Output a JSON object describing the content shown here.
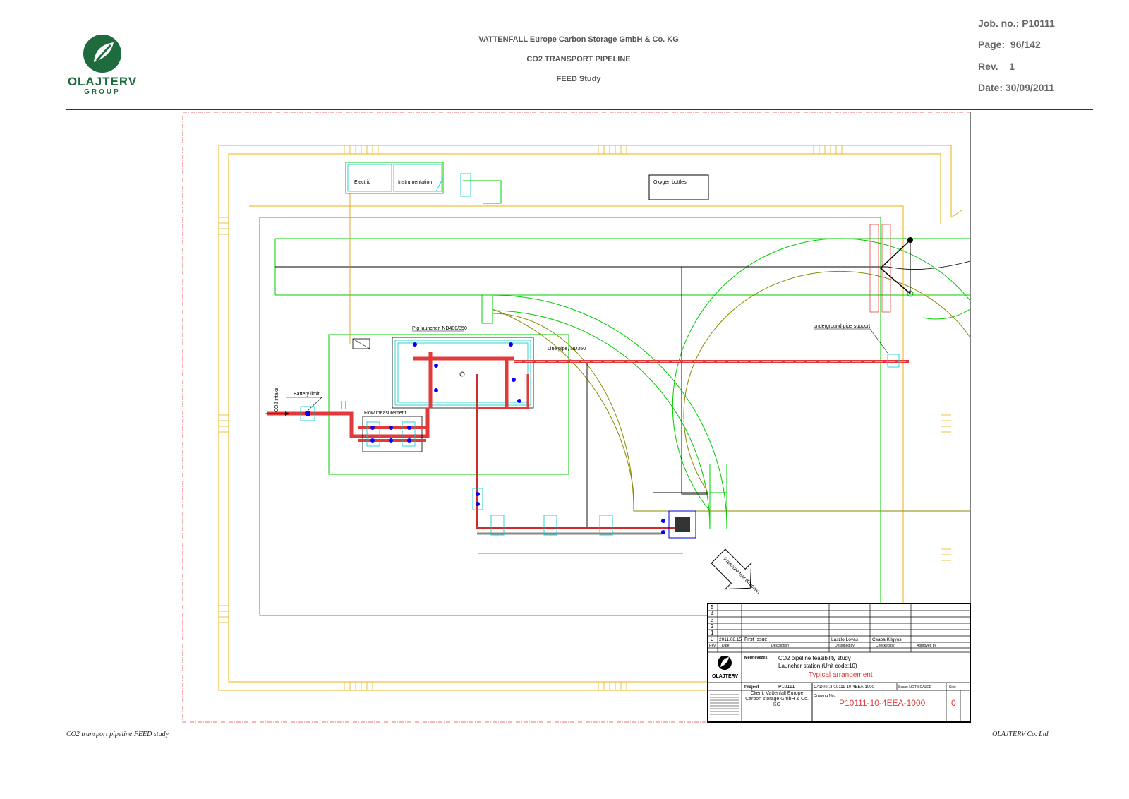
{
  "header": {
    "logo": {
      "name": "OLAJTERV",
      "sub": "GROUP",
      "icon": "olajterv-leaf-logo",
      "color": "#1e6b3d"
    },
    "center": {
      "line1": "VATTENFALL Europe Carbon Storage GmbH & Co. KG",
      "line2": "CO2 TRANSPORT PIPELINE",
      "line3": "FEED Study"
    },
    "right": {
      "job": "Job. no.: P10111",
      "page": "Page:  96/142",
      "rev": "Rev.    1",
      "date": "Date: 30/09/2011"
    }
  },
  "drawing": {
    "labels": {
      "electric": "Electric",
      "instrumentation": "Instrumentation",
      "oxygen": "Oxygen bottles",
      "pig_launcher": "Pig launcher, ND400/350",
      "line_pipe": "Line pipe, ND350",
      "underground": "underground pipe support",
      "battery": "Battery limit",
      "co2_intake": "CO2 intake",
      "flow": "Flow measurement",
      "pressure": "Pressure\ntest direction"
    },
    "colors": {
      "pipe": "#e23a3a",
      "fence": "#e8b010",
      "green": "#00cc00",
      "road": "#000000",
      "cyan": "#00c8c8",
      "blue": "#0000ff",
      "olive": "#8a8a00",
      "border_dash": "#e44444"
    }
  },
  "title_block": {
    "rev_numbers": [
      "5",
      "4",
      "3",
      "2",
      "1",
      "0"
    ],
    "rev0": {
      "date": "2011.08.15",
      "description": "First Issue",
      "designed": "Laszlo Lovas",
      "checked": "Csaba Kilgyosi"
    },
    "col_headers": {
      "rev": "Rev.",
      "date": "Date",
      "description": "Description",
      "designed": "Designed by",
      "checked": "Checked by",
      "approved": "Approved by"
    },
    "logo": "OLAJTERV",
    "megnevezes_label": "Megnevezés:",
    "title_line1": "CO2 pipeline feasibility study",
    "title_line2": "Launcher station (Unit code:10)",
    "title_line3": "Typical arrangement",
    "project_label": "Project",
    "project": "P10111",
    "cad_ref": "CAD ref.:P10111-10-4EEA-1000",
    "scale": "Scale:   NOT SCALED",
    "size": "Size",
    "client": "Client: Vattenfall Europe Carbon storage GmbH & Co. KG",
    "drawing_no_label": "Drawing No.:",
    "drawing_no": "P10111-10-4EEA-1000",
    "revision": "0"
  },
  "footer": {
    "left": "CO2 transport pipeline FEED study",
    "right": "OLAJTERV Co. Ltd."
  }
}
